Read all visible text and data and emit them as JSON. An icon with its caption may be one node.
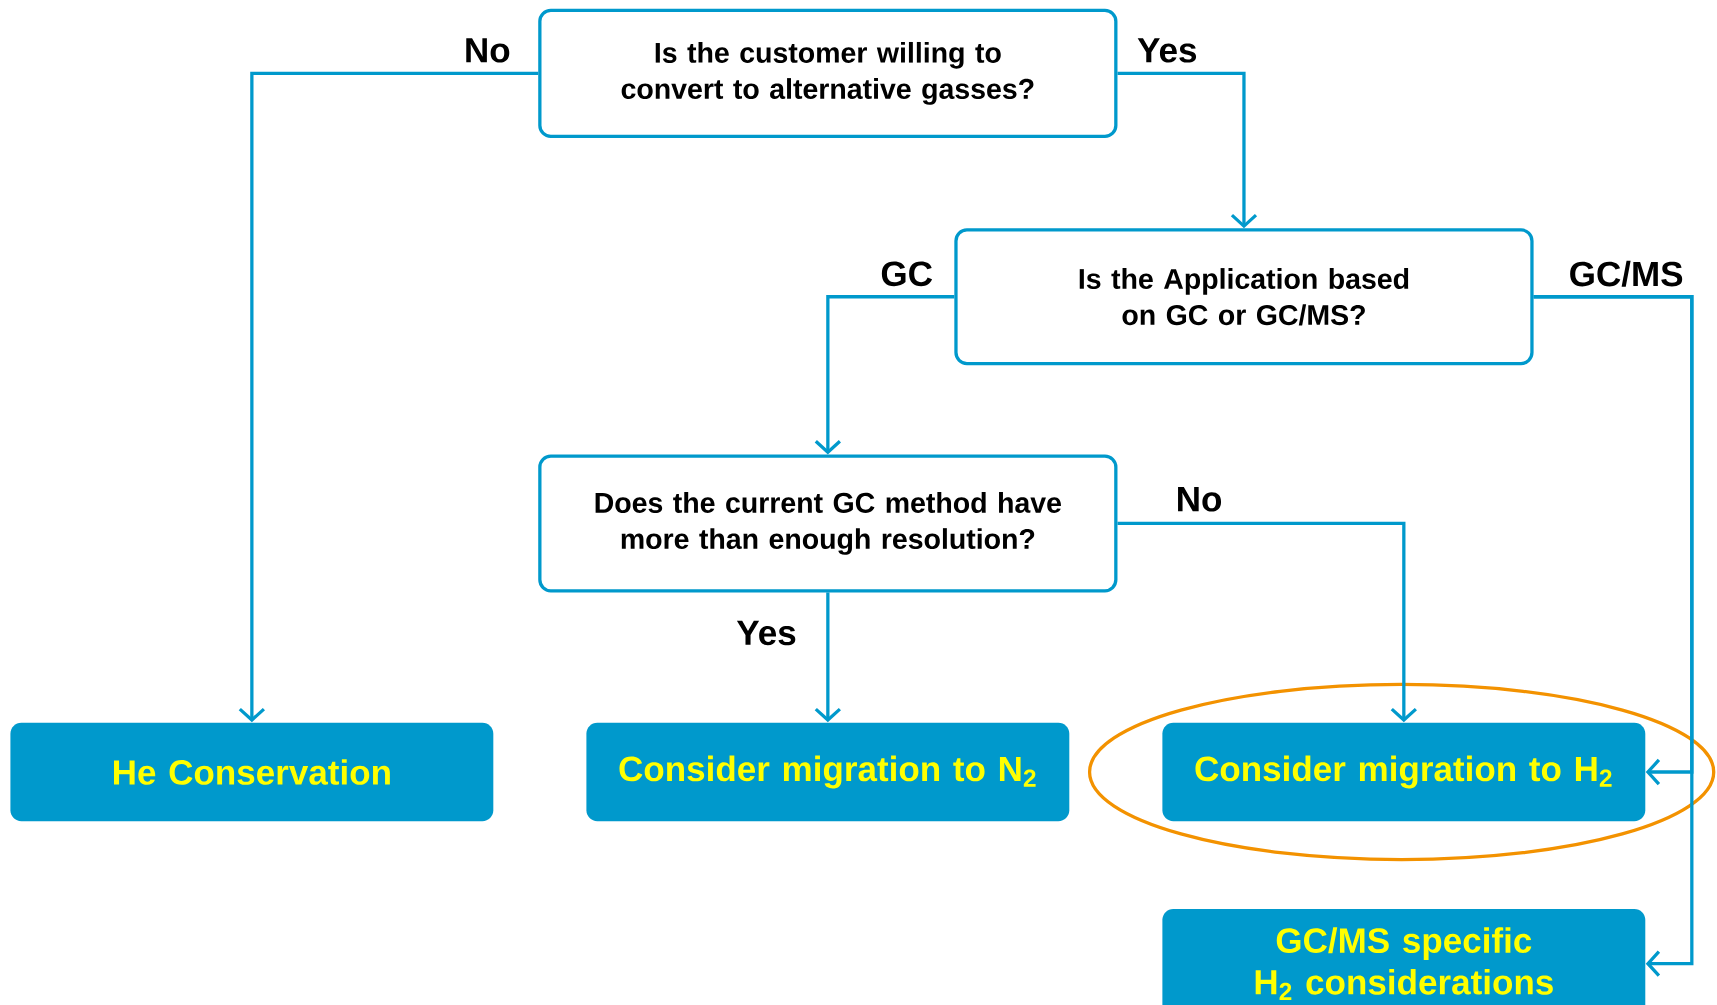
{
  "diagram": {
    "nodes": [
      {
        "text": [
          "Is the customer willing to convert to alternative gasses?"
        ]
      },
      {
        "text": [
          "Is the Application based on GC or GC/MS?"
        ]
      },
      {
        "text": [
          "Does the current GC method have more than enough resolution?"
        ]
      },
      {
        "text": [
          "He Conservation"
        ]
      },
      {
        "text": [
          "Consider migration to N$_{2}$"
        ]
      },
      {
        "text": [
          "Consider migration to H$_{2}$"
        ]
      },
      {
        "text": [
          "GC/MS specific H$_{2}$ considerations"
        ]
      }
    ],
    "edges": [
      {
        "from": 0,
        "to": 3,
        "arrow": "to",
        "label": "No"
      },
      {
        "from": 0,
        "to": 1,
        "arrow": "to",
        "label": "Yes"
      },
      {
        "from": 1,
        "to": 2,
        "arrow": "to",
        "label": "GC"
      },
      {
        "from": 1,
        "to": 5,
        "arrow": "to",
        "label": "GC/MS"
      },
      {
        "from": 1,
        "to": 6,
        "arrow": "to"
      },
      {
        "from": 2,
        "to": 4,
        "arrow": "to",
        "label": "Yes"
      },
      {
        "from": 2,
        "to": 5,
        "arrow": "to",
        "label": "No"
      }
    ]
  }
}
